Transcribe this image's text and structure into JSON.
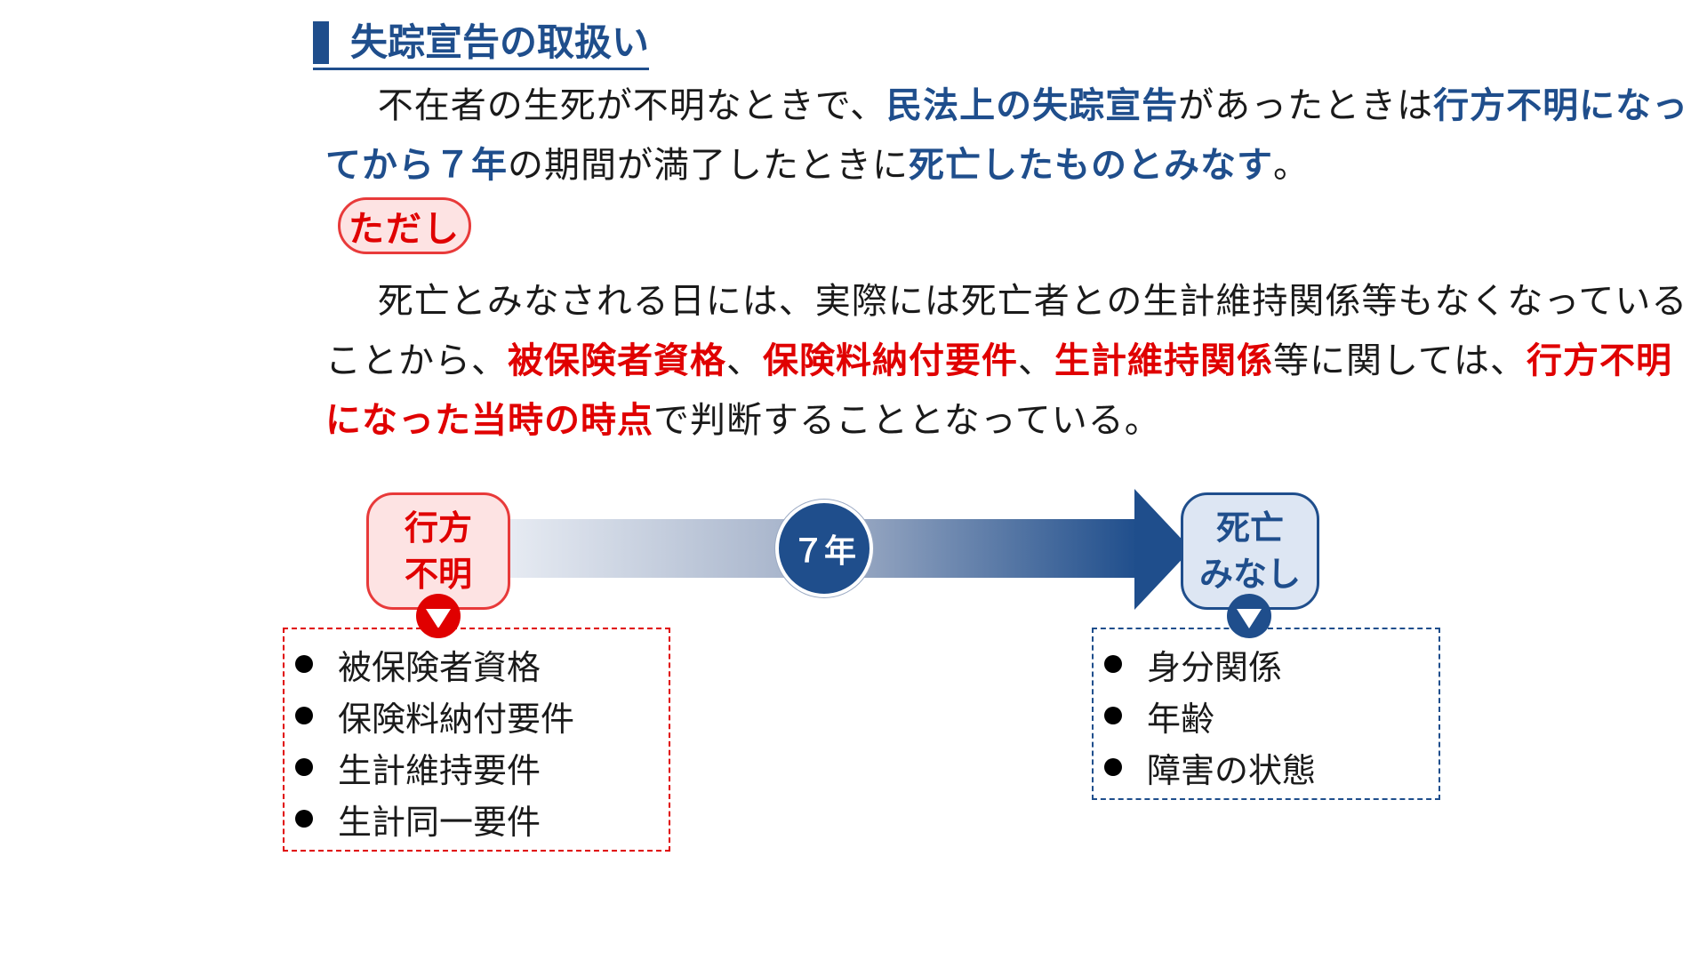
{
  "heading": {
    "title": "失踪宣告の取扱い"
  },
  "paragraph1": {
    "segments": [
      {
        "text": "不在者の生死が不明なときで、",
        "style": "plain"
      },
      {
        "text": "民法上の失踪宣告",
        "style": "blue"
      },
      {
        "text": "があったときは",
        "style": "plain"
      },
      {
        "text": "行方不明になってから７年",
        "style": "blue"
      },
      {
        "text": "の期間が満了したときに",
        "style": "plain"
      },
      {
        "text": "死亡したものとみなす",
        "style": "blue"
      },
      {
        "text": "。",
        "style": "plain"
      }
    ]
  },
  "tadashi_label": "ただし",
  "paragraph2": {
    "segments": [
      {
        "text": "死亡とみなされる日には、実際には死亡者との生計維持関係等もなくなっていることから、",
        "style": "plain"
      },
      {
        "text": "被保険者資格",
        "style": "red"
      },
      {
        "text": "、",
        "style": "plain"
      },
      {
        "text": "保険料納付要件",
        "style": "red"
      },
      {
        "text": "、",
        "style": "plain"
      },
      {
        "text": "生計維持関係",
        "style": "red"
      },
      {
        "text": "等に関しては、",
        "style": "plain"
      },
      {
        "text": "行方不明になった当時の時点",
        "style": "red"
      },
      {
        "text": "で判断することとなっている。",
        "style": "plain"
      }
    ]
  },
  "timeline": {
    "start_line1": "行方",
    "start_line2": "不明",
    "duration": "７年",
    "end_line1": "死亡",
    "end_line2": "みなし"
  },
  "missing_items": [
    "被保険者資格",
    "保険料納付要件",
    "生計維持要件",
    "生計同一要件"
  ],
  "death_items": [
    "身分関係",
    "年齢",
    "障害の状態"
  ],
  "colors": {
    "blue": "#1f4e8c",
    "red": "#e00000",
    "pink": "#fde3e3",
    "light_blue": "#dde6f3"
  }
}
